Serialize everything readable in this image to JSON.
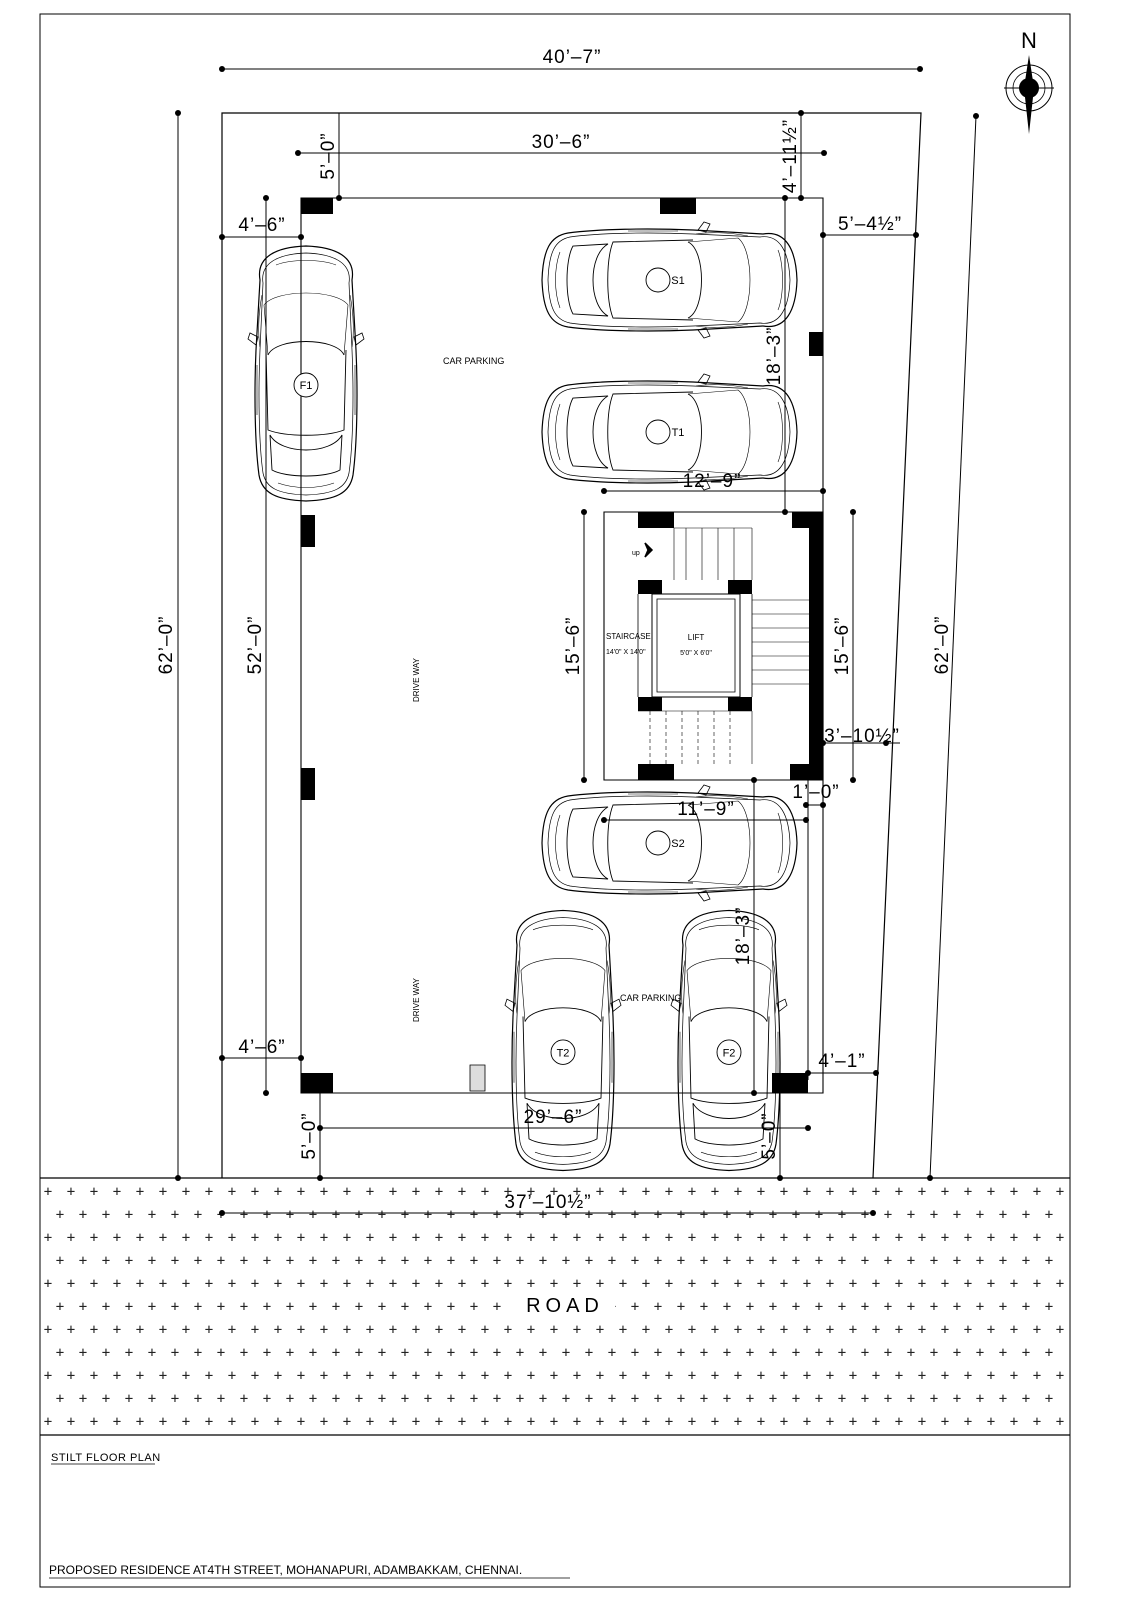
{
  "north_label": "N",
  "dimensions": {
    "overall_top_width": "40’–7”",
    "inner_top_width": "30’–6”",
    "top_setback": "5’–0”",
    "top_right_setback": "4’–11½”",
    "left_setback_top": "4’–6”",
    "right_setback_top": "5’–4½”",
    "left_overall_depth": "62’–0”",
    "right_overall_depth": "62’–0”",
    "inner_depth": "52’–0”",
    "parking_bay_top": "18’–3”",
    "staircase_width": "12’–9”",
    "staircase_depth_left": "15’–6”",
    "staircase_depth_right": "15’–6”",
    "stair_side_gap": "3’–10½”",
    "wall_thickness": "1’–0”",
    "parking_width_bottom": "11’–9”",
    "parking_bay_bottom": "18’–3”",
    "left_setback_bottom": "4’–6”",
    "right_setback_bottom": "4’–1”",
    "inner_bottom_width": "29’–6”",
    "bottom_setback_left": "5’–0”",
    "bottom_setback_right": "5’–0”",
    "road_frontage": "37’–10½”"
  },
  "labels": {
    "car_parking_top": "CAR PARKING",
    "car_parking_bottom": "CAR PARKING",
    "drive_way_top": "DRIVE WAY",
    "drive_way_bottom": "DRIVE WAY",
    "staircase": "STAIRCASE",
    "staircase_size": "14'0\" X 14'0\"",
    "lift": "LIFT",
    "lift_size": "5'0\" X 6'0\"",
    "up": "up",
    "road": "ROAD"
  },
  "cars": [
    "F1",
    "S1",
    "T1",
    "S2",
    "T2",
    "F2"
  ],
  "title_block": {
    "plan_title": "STILT FLOOR PLAN",
    "project": "PROPOSED RESIDENCE AT4TH STREET, MOHANAPURI, ADAMBAKKAM, CHENNAI."
  }
}
